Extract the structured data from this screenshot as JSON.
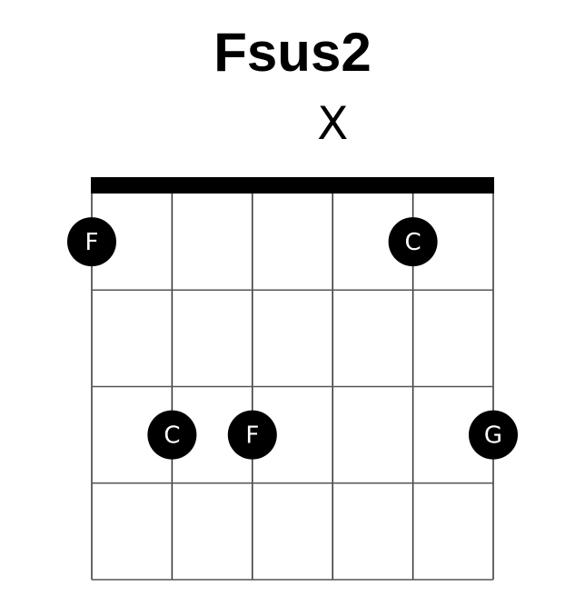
{
  "chord": {
    "name": "Fsus2",
    "strings": 6,
    "frets": 4,
    "muted_strings": [
      {
        "string": 4,
        "symbol": "X"
      }
    ],
    "notes": [
      {
        "string": 1,
        "fret": 1,
        "label": "F"
      },
      {
        "string": 5,
        "fret": 1,
        "label": "C"
      },
      {
        "string": 2,
        "fret": 3,
        "label": "C"
      },
      {
        "string": 3,
        "fret": 3,
        "label": "F"
      },
      {
        "string": 6,
        "fret": 3,
        "label": "G"
      }
    ],
    "colors": {
      "line": "#000000",
      "dot": "#000000",
      "dot_text": "#ffffff"
    }
  }
}
